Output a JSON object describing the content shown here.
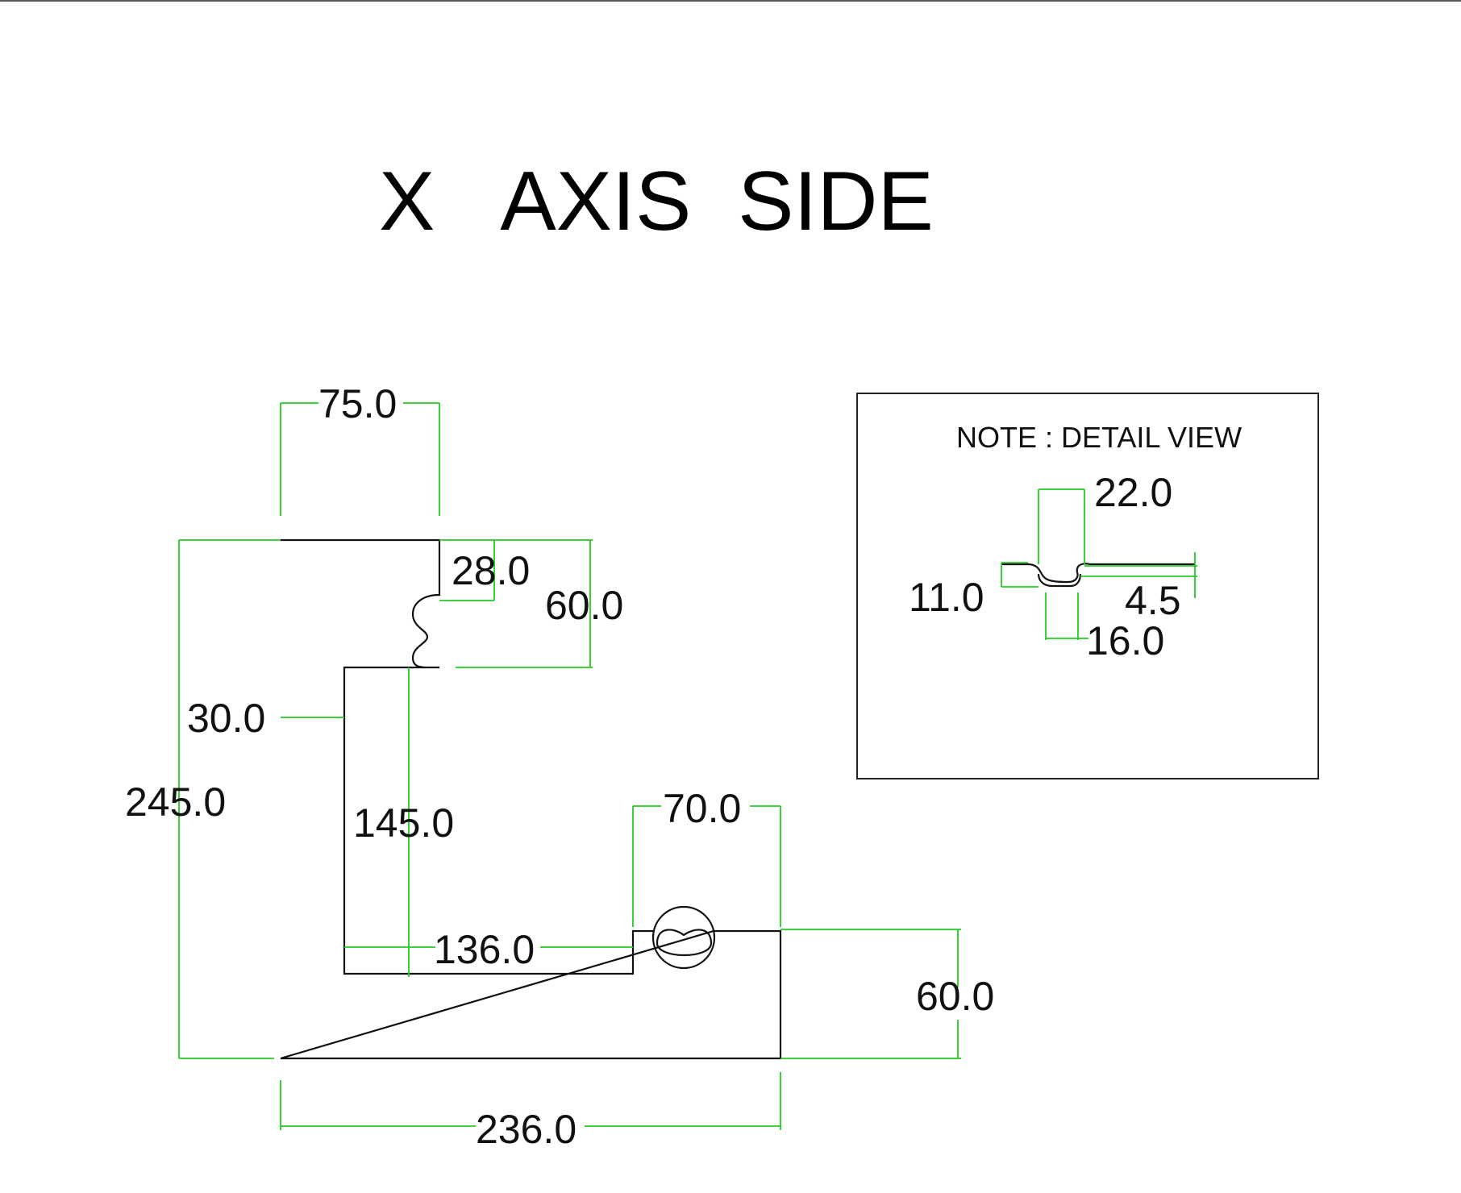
{
  "title": "X   AXIS  SIDE",
  "note": "NOTE : DETAIL VIEW",
  "dimensions": {
    "top_width": "75.0",
    "slot_depth": "28.0",
    "top_flange": "60.0",
    "wall": "30.0",
    "overall_height": "245.0",
    "inner_height": "145.0",
    "inner_width": "136.0",
    "rail_span": "70.0",
    "bottom_flange": "60.0",
    "overall_width": "236.0"
  },
  "detail": {
    "slot_top": "22.0",
    "slot_height": "11.0",
    "lip": "4.5",
    "slot_bottom": "16.0"
  },
  "colors": {
    "outline": "#111111",
    "dimension_lines": "#22cc22"
  }
}
